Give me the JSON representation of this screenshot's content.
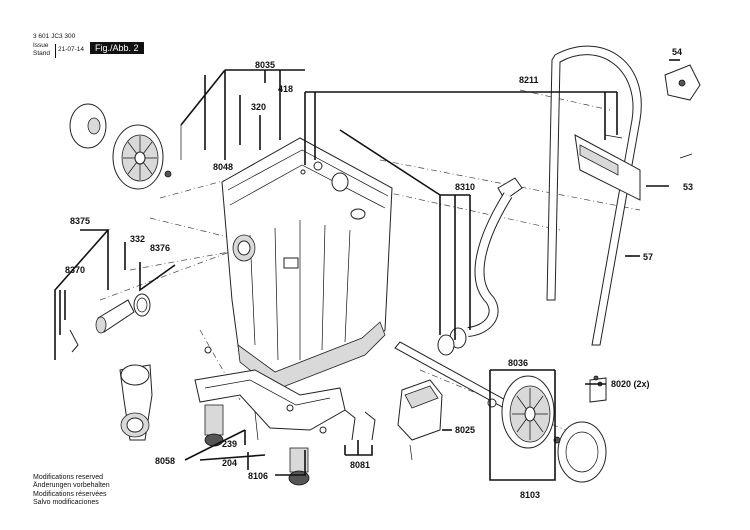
{
  "header": {
    "doc_number": "3 601 JC3 300",
    "issue_label": "Issue",
    "stand_label": "Stand",
    "date": "21-07-14",
    "figure_label": "Fig./Abb. 2"
  },
  "footer": {
    "lines": [
      "Modifications reserved",
      "Änderungen vorbehalten",
      "Modifications réservées",
      "Salvo modificaciones"
    ]
  },
  "callouts": {
    "c8035": "8035",
    "c320": "320",
    "c418": "418",
    "c8048": "8048",
    "c8211": "8211",
    "c54": "54",
    "c53": "53",
    "c57": "57",
    "c8310": "8310",
    "c8375": "8375",
    "c332": "332",
    "c8376": "8376",
    "c8370": "8370",
    "c8036": "8036",
    "c8020": "8020 (2x)",
    "c8025": "8025",
    "c239": "239",
    "c204": "204",
    "c8058": "8058",
    "c8106": "8106",
    "c8081": "8081",
    "c8103": "8103"
  }
}
